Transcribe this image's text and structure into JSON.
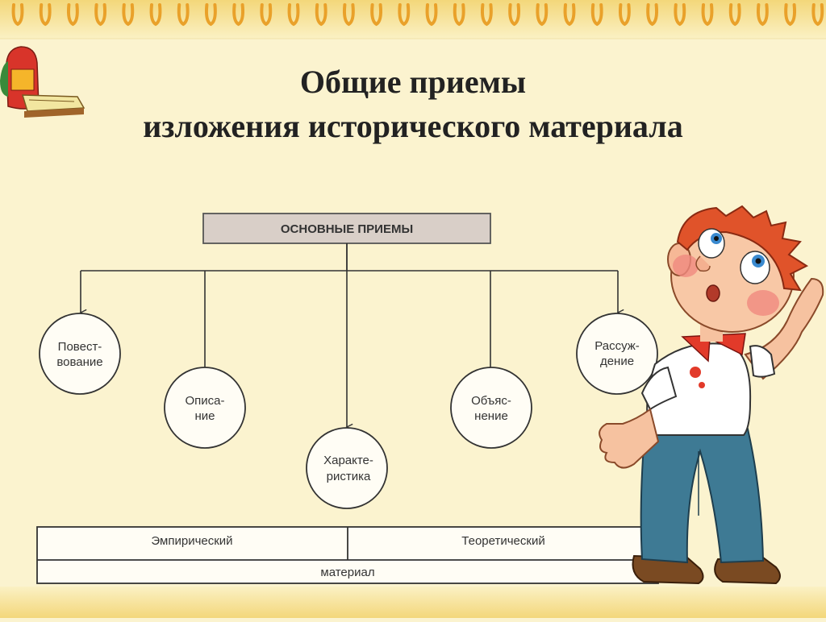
{
  "slide": {
    "title_line1": "Общие приемы",
    "title_line2": "изложения исторического материала"
  },
  "diagram": {
    "root": "ОСНОВНЫЕ ПРИЕМЫ",
    "nodes": [
      {
        "line1": "Повест-",
        "line2": "вование"
      },
      {
        "line1": "Описа-",
        "line2": "ние"
      },
      {
        "line1": "Характе-",
        "line2": "ристика"
      },
      {
        "line1": "Объяс-",
        "line2": "нение"
      },
      {
        "line1": "Рассуж-",
        "line2": "дение"
      }
    ],
    "material": {
      "left": "Эмпирический",
      "right": "Теоретический",
      "bottom": "материал"
    }
  },
  "colors": {
    "background": "#fbf3cf",
    "rings": "#e9a12a",
    "root_box": "#d9cfc8"
  },
  "decorations": [
    "binder-rings",
    "school-bag-icon",
    "thinking-boy-illustration"
  ]
}
